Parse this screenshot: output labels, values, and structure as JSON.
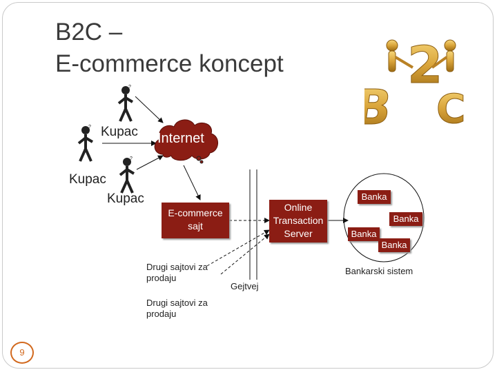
{
  "slide": {
    "title_line1": "B2C –",
    "title_line2": "E-commerce koncept",
    "page_number": "9"
  },
  "diagram": {
    "kupac_labels": [
      "Kupac",
      "Kupac",
      "Kupac"
    ],
    "internet_label": "Internet",
    "ecommerce_line1": "E-commerce",
    "ecommerce_line2": "sajt",
    "ots_line1": "Online",
    "ots_line2": "Transaction",
    "ots_line3": "Server",
    "other_sites_1_line1": "Drugi sajtovi za",
    "other_sites_1_line2": "prodaju",
    "other_sites_2_line1": "Drugi sajtovi za",
    "other_sites_2_line2": "prodaju",
    "gateway_label": "Gejtvej",
    "bank_labels": [
      "Banka",
      "Banka",
      "Banka",
      "Banka"
    ],
    "bank_system_label": "Bankarski sistem"
  },
  "logo": {
    "text": "B2C"
  },
  "colors": {
    "box_fill": "#8b1d14",
    "accent": "#d2691e"
  }
}
